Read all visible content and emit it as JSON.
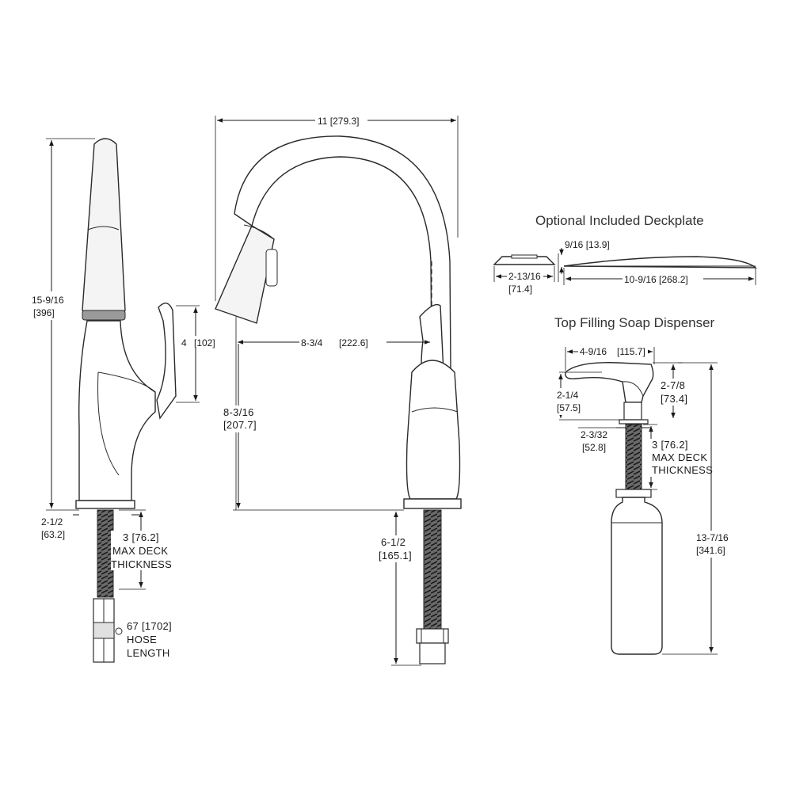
{
  "side_view": {
    "height": "15-9/16",
    "height_mm": "[396]",
    "handle_height": "4",
    "handle_height_mm": "[102]",
    "base_dia": "2-1/2",
    "base_dia_mm": "[63.2]",
    "max_deck": "3 [76.2]",
    "max_deck_line1": "MAX DECK",
    "max_deck_line2": "THICKNESS",
    "hose": "67 [1702]",
    "hose_line1": "HOSE",
    "hose_line2": "LENGTH"
  },
  "front_view": {
    "width": "11 [279.3]",
    "reach": "8-3/4",
    "reach_mm": "[222.6]",
    "spout_height": "8-3/16",
    "spout_height_mm": "[207.7]",
    "shank": "6-1/2",
    "shank_mm": "[165.1]"
  },
  "deckplate": {
    "title": "Optional Included Deckplate",
    "height": "9/16 [13.9]",
    "depth": "2-13/16",
    "depth_mm": "[71.4]",
    "length": "10-9/16 [268.2]"
  },
  "soap": {
    "title": "Top Filling Soap Dispenser",
    "reach": "4-9/16",
    "reach_mm": "[115.7]",
    "head_height": "2-1/4",
    "head_height_mm": "[57.5]",
    "body_height": "2-7/8",
    "body_height_mm": "[73.4]",
    "shank_dia": "2-3/32",
    "shank_dia_mm": "[52.8]",
    "max_deck": "3 [76.2]",
    "max_deck_line1": "MAX DECK",
    "max_deck_line2": "THICKNESS",
    "total": "13-7/16",
    "total_mm": "[341.6]"
  }
}
